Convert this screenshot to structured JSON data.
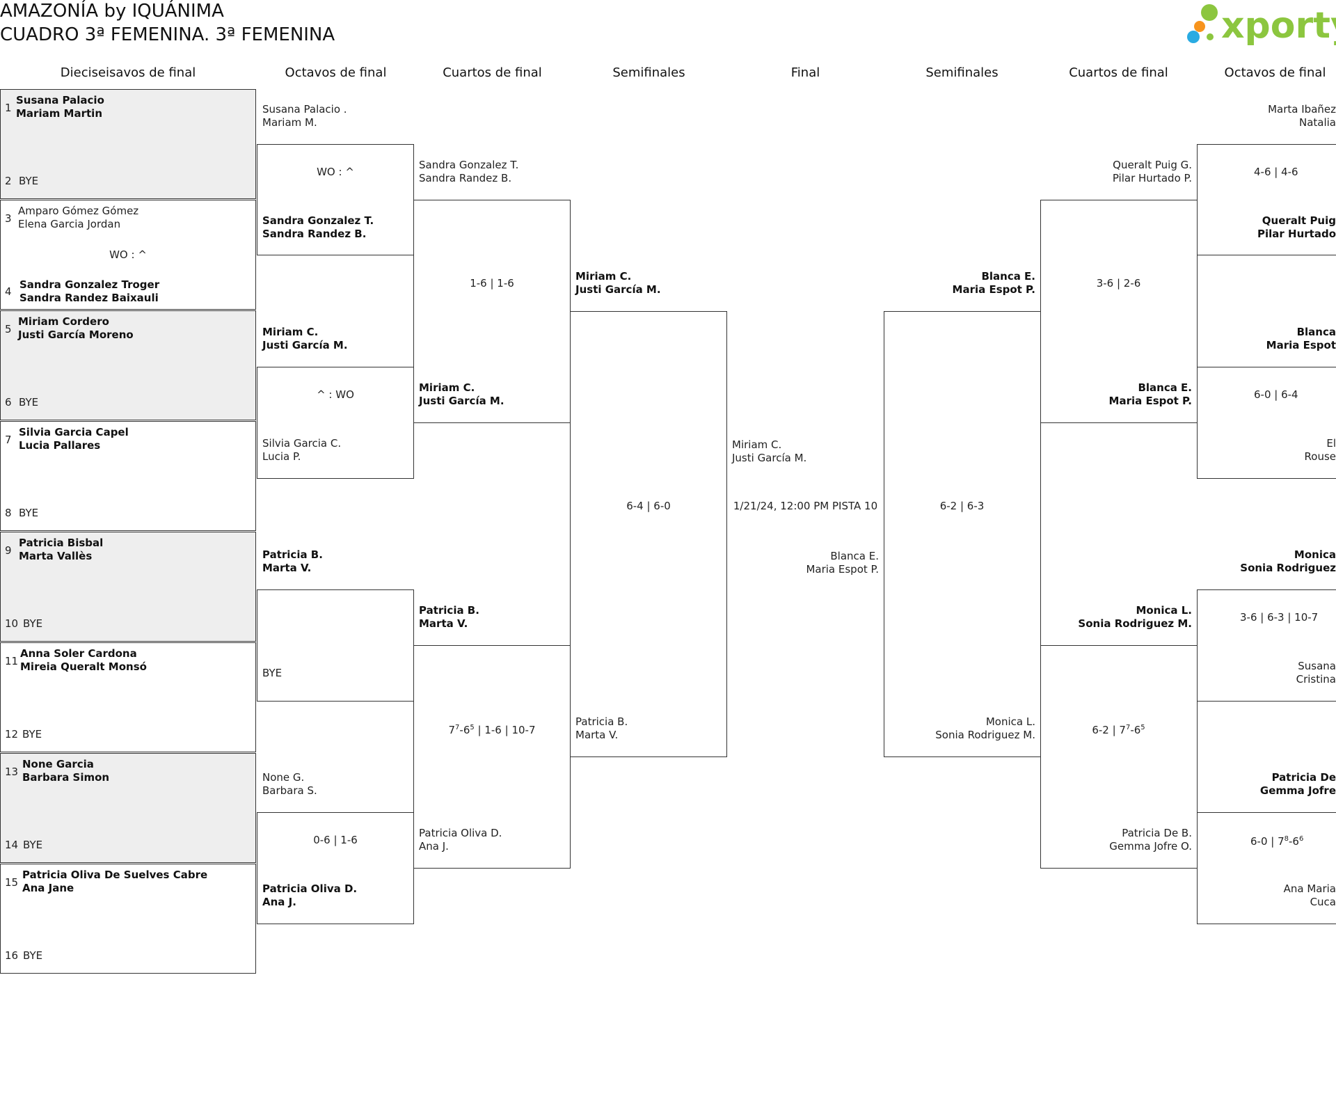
{
  "header": {
    "title_line1": "AMAZONÍA by IQUÁNIMA",
    "title_line2": "CUADRO 3ª FEMENINA. 3ª FEMENINA",
    "logo_text": "xporty",
    "logo_colors": [
      "#8cc63f",
      "#f7941d",
      "#29abe2"
    ]
  },
  "rounds": {
    "r32": "Dieciseisavos de final",
    "r16_left": "Octavos de final",
    "qf_left": "Cuartos de final",
    "sf_left": "Semifinales",
    "final": "Final",
    "sf_right": "Semifinales",
    "qf_right": "Cuartos de final",
    "r16_right": "Octavos de final"
  },
  "seeds": [
    {
      "num": "1",
      "p1": "Susana Palacio",
      "p2": "Mariam Martin",
      "bold": true
    },
    {
      "num": "2",
      "p1": "BYE",
      "p2": "",
      "bold": false
    },
    {
      "num": "3",
      "p1": "Amparo Gómez Gómez",
      "p2": "Elena Garcia Jordan",
      "bold": false
    },
    {
      "num": "4",
      "p1": "Sandra Gonzalez Troger",
      "p2": "Sandra Randez Baixauli",
      "bold": true
    },
    {
      "num": "5",
      "p1": "Miriam Cordero",
      "p2": "Justi García Moreno",
      "bold": true
    },
    {
      "num": "6",
      "p1": "BYE",
      "p2": "",
      "bold": false
    },
    {
      "num": "7",
      "p1": "Silvia Garcia Capel",
      "p2": "Lucia Pallares",
      "bold": true
    },
    {
      "num": "8",
      "p1": "BYE",
      "p2": "",
      "bold": false
    },
    {
      "num": "9",
      "p1": "Patricia Bisbal",
      "p2": "Marta Vallès",
      "bold": true
    },
    {
      "num": "10",
      "p1": "BYE",
      "p2": "",
      "bold": false
    },
    {
      "num": "11",
      "p1": "Anna Soler Cardona",
      "p2": "Mireia Queralt Monsó",
      "bold": true
    },
    {
      "num": "12",
      "p1": "BYE",
      "p2": "",
      "bold": false
    },
    {
      "num": "13",
      "p1": "None Garcia",
      "p2": "Barbara Simon",
      "bold": true
    },
    {
      "num": "14",
      "p1": "BYE",
      "p2": "",
      "bold": false
    },
    {
      "num": "15",
      "p1": "Patricia Oliva De Suelves Cabre",
      "p2": "Ana Jane",
      "bold": true
    },
    {
      "num": "16",
      "p1": "BYE",
      "p2": "",
      "bold": false
    }
  ],
  "r32_scores": {
    "m2": "WO : ^"
  },
  "r16_left": {
    "t1": {
      "p1": "Susana Palacio .",
      "p2": "Mariam M."
    },
    "t2": {
      "p1": "Sandra Gonzalez T.",
      "p2": "Sandra Randez B."
    },
    "t3": {
      "p1": "Miriam C.",
      "p2": "Justi García M."
    },
    "t4": {
      "p1": "Silvia Garcia C.",
      "p2": "Lucia P."
    },
    "t5": {
      "p1": "Patricia B.",
      "p2": "Marta V."
    },
    "t6": {
      "p1": "BYE",
      "p2": ""
    },
    "t7": {
      "p1": "None G.",
      "p2": "Barbara S."
    },
    "t8": {
      "p1": "Patricia Oliva D.",
      "p2": "Ana J."
    },
    "s1": "WO : ^",
    "s2": "^ : WO",
    "s3": "",
    "s4": "0-6 | 1-6"
  },
  "qf_left": {
    "t1": {
      "p1": "Sandra Gonzalez T.",
      "p2": "Sandra Randez B."
    },
    "t2": {
      "p1": "Miriam C.",
      "p2": "Justi García M."
    },
    "t3": {
      "p1": "Patricia B.",
      "p2": "Marta V."
    },
    "t4": {
      "p1": "Patricia Oliva D.",
      "p2": "Ana J."
    },
    "s1": "1-6 | 1-6",
    "s2_main": "7",
    "s2_sup1": "7",
    "s2_mid": "-6",
    "s2_sup2": "5",
    "s2_rest": " | 1-6 | 10-7"
  },
  "sf_left": {
    "t1": {
      "p1": "Miriam C.",
      "p2": "Justi García M."
    },
    "t2": {
      "p1": "Patricia B.",
      "p2": "Marta V."
    },
    "s1": "6-4 | 6-0"
  },
  "final": {
    "t1": {
      "p1": "Miriam C.",
      "p2": "Justi García M."
    },
    "t2": {
      "p1": "Blanca E.",
      "p2": "Maria Espot P."
    },
    "info": "1/21/24, 12:00 PM PISTA 10"
  },
  "sf_right": {
    "t1": {
      "p1": "Blanca E.",
      "p2": "Maria Espot P."
    },
    "t2": {
      "p1": "Monica L.",
      "p2": "Sonia Rodriguez M."
    },
    "s1": "6-2 | 6-3"
  },
  "qf_right": {
    "t1": {
      "p1": "Queralt Puig G.",
      "p2": "Pilar Hurtado P."
    },
    "t2": {
      "p1": "Blanca E.",
      "p2": "Maria Espot P."
    },
    "t3": {
      "p1": "Monica L.",
      "p2": "Sonia Rodriguez M."
    },
    "t4": {
      "p1": "Patricia De B.",
      "p2": "Gemma Jofre O."
    },
    "s1": "3-6 | 2-6",
    "s2_pre": "6-2 | 7",
    "s2_sup1": "7",
    "s2_mid": "-6",
    "s2_sup2": "5"
  },
  "r16_right": {
    "t1": {
      "p1": "Marta Ibañez",
      "p2": "Natalia"
    },
    "t2": {
      "p1": "Queralt Puig",
      "p2": "Pilar Hurtado"
    },
    "t3": {
      "p1": "Blanca",
      "p2": "Maria Espot"
    },
    "t4": {
      "p1": "El",
      "p2": "Rouse"
    },
    "t5": {
      "p1": "Monica",
      "p2": "Sonia Rodriguez"
    },
    "t6": {
      "p1": "Susana",
      "p2": "Cristina"
    },
    "t7": {
      "p1": "Patricia De",
      "p2": "Gemma Jofre"
    },
    "t8": {
      "p1": "Ana Maria",
      "p2": "Cuca"
    },
    "s1": "4-6 | 4-6",
    "s2": "6-0 | 6-4",
    "s3": "3-6 | 6-3 | 10-7",
    "s4_pre": "6-0 | 7",
    "s4_sup1": "8",
    "s4_mid": "-6",
    "s4_sup2": "6"
  }
}
